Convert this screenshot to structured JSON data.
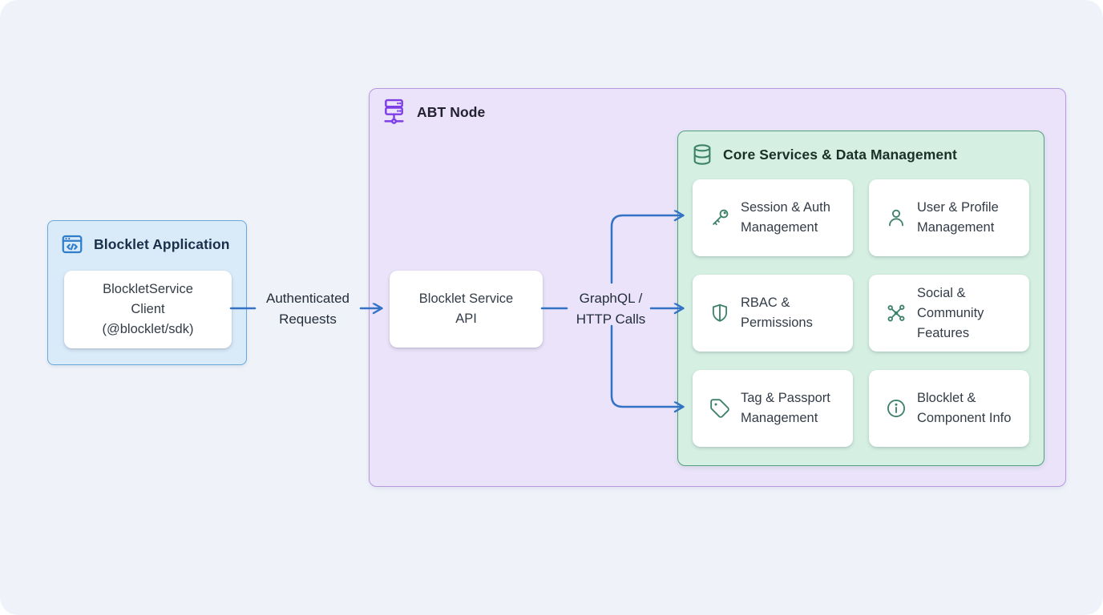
{
  "app_box": {
    "title": "Blocklet Application",
    "card": {
      "lines": [
        "BlockletService",
        "Client",
        "(@blocklet/sdk)"
      ]
    }
  },
  "abt_box": {
    "title": "ABT Node",
    "api_card": {
      "lines": [
        "Blocklet Service",
        "API"
      ]
    }
  },
  "core_box": {
    "title": "Core Services & Data Management",
    "cards": [
      {
        "icon": "key-icon",
        "lines": [
          "Session & Auth",
          "Management"
        ]
      },
      {
        "icon": "user-icon",
        "lines": [
          "User & Profile",
          "Management"
        ]
      },
      {
        "icon": "shield-icon",
        "lines": [
          "RBAC &",
          "Permissions"
        ]
      },
      {
        "icon": "network-icon",
        "lines": [
          "Social &",
          "Community",
          "Features"
        ]
      },
      {
        "icon": "tag-icon",
        "lines": [
          "Tag & Passport",
          "Management"
        ]
      },
      {
        "icon": "info-icon",
        "lines": [
          "Blocklet &",
          "Component Info"
        ]
      }
    ]
  },
  "edges": {
    "auth": {
      "lines": [
        "Authenticated",
        "Requests"
      ]
    },
    "graphql": {
      "lines": [
        "GraphQL /",
        "HTTP Calls"
      ]
    }
  },
  "colors": {
    "page_bg": "#eff3f9",
    "app_bg": "#d9eaf8",
    "app_border": "#69a8d9",
    "app_accent": "#2e7ecb",
    "app_title": "#18304a",
    "abt_bg": "#eae3f9",
    "abt_border": "#b998e2",
    "abt_accent": "#7d3ee8",
    "abt_title": "#232230",
    "core_bg": "#d5f0e2",
    "core_border": "#53a07f",
    "core_accent": "#3d8268",
    "core_title": "#1a2f28",
    "card_text": "#333c47",
    "label_text": "#242e3a",
    "arrow": "#3273c5"
  }
}
